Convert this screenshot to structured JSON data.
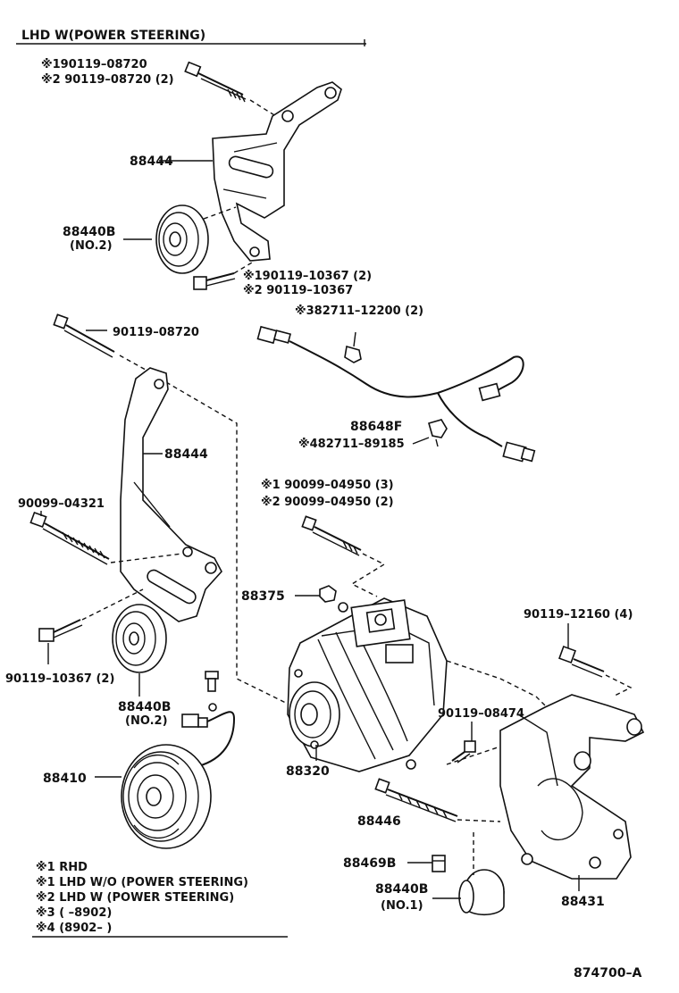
{
  "header": "LHD W(POWER STEERING)",
  "labels": {
    "b1a": "※190119–08720",
    "b1b": "※2 90119–08720 (2)",
    "p88444a": "88444",
    "p88440Ba": "88440B",
    "p88440Ba_sub": "(NO.2)",
    "b2a": "※190119–10367 (2)",
    "b2b": "※2 90119–10367",
    "clampA": "※382711–12200 (2)",
    "b3": "90119–08720",
    "p88444b": "88444",
    "wire": "88648F",
    "clampB": "※482711–89185",
    "b4": "90099–04321",
    "b5a": "※1  90099–04950 (3)",
    "b5b": "※2  90099–04950 (2)",
    "p88375": "88375",
    "b6": "90119–12160 (4)",
    "b7": "90119–10367 (2)",
    "p88440Bb": "88440B",
    "p88440Bb_sub": "(NO.2)",
    "b8": "90119–08474",
    "p88320": "88320",
    "p88410": "88410",
    "p88446": "88446",
    "p88469B": "88469B",
    "p88440Bc": "88440B",
    "p88440Bc_sub": "(NO.1)",
    "p88431": "88431",
    "figure_no": "874700–A"
  },
  "notes": [
    "※1 RHD",
    "※1 LHD W/O (POWER STEERING)",
    "※2 LHD W (POWER STEERING)",
    "※3 (       –8902)",
    "※4 (8902–       )"
  ]
}
